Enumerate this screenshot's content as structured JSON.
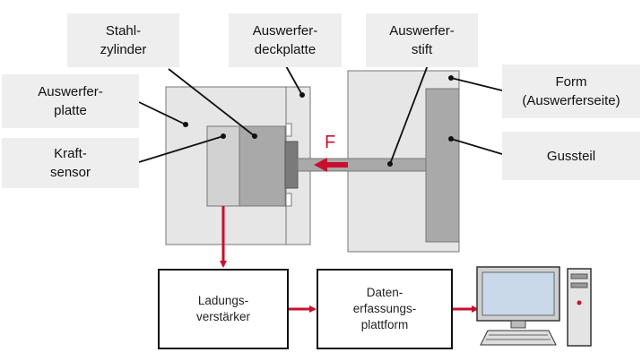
{
  "labels": {
    "stahlzylinder": "Stahl-\nzylinder",
    "auswerferdeckplatte": "Auswerfer-\ndeckplatte",
    "auswerferstift": "Auswerfer-\nstift",
    "auswerferplatte": "Auswerfer-\nplatte",
    "kraftsensor": "Kraft-\nsensor",
    "form": "Form\n(Auswerferseite)",
    "gussteil": "Gussteil"
  },
  "force_label": "F",
  "boxes": {
    "ladungsverstaerker": "Ladungs-\nverstärker",
    "datenerfassung": "Daten-\nerfassungs-\nplattform"
  },
  "icons": [
    "desktop-computer-icon"
  ],
  "colors": {
    "accent": "#c8102e",
    "part_light": "#e6e6e6",
    "part_mid": "#d2d2d2",
    "part_dark": "#a9a9a9",
    "label_bg": "#eeeeee"
  }
}
